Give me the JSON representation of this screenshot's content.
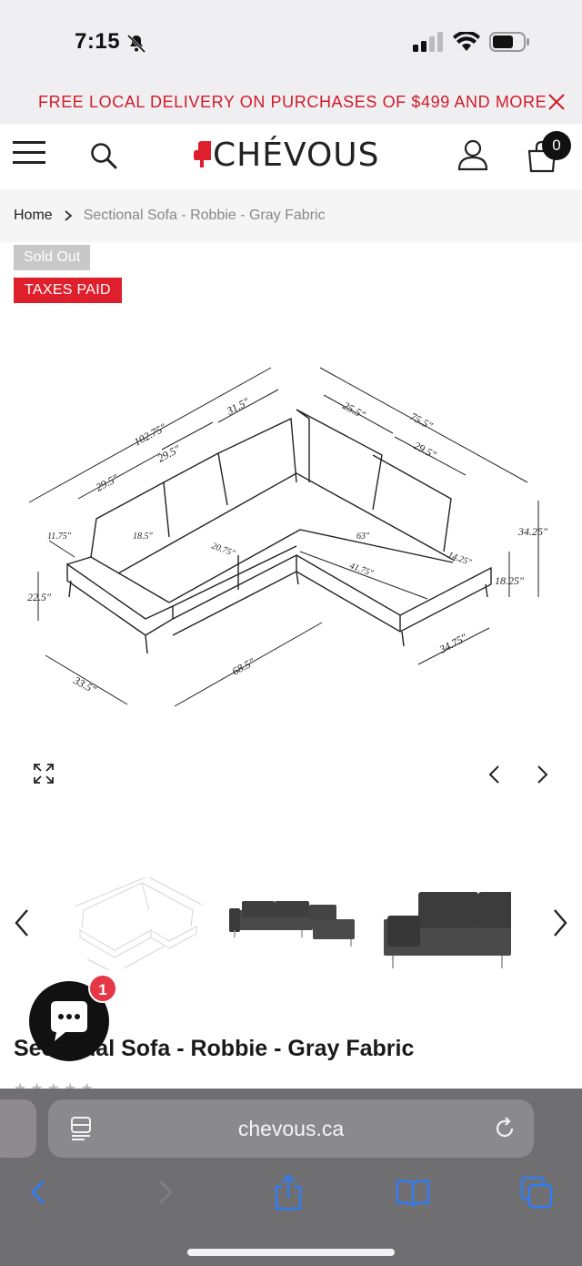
{
  "status_bar": {
    "time": "7:15"
  },
  "promo": {
    "text": "FREE LOCAL DELIVERY ON PURCHASES OF $499 AND MORE"
  },
  "header": {
    "logo_text": "CHÉVOUS",
    "cart_count": "0"
  },
  "breadcrumb": {
    "home": "Home",
    "current": "Sectional Sofa - Robbie - Gray Fabric"
  },
  "badges": {
    "sold_out": "Sold Out",
    "taxes_paid": "TAXES PAID"
  },
  "diagram": {
    "labels": {
      "d1": "102.75\"",
      "d2": "31.5\"",
      "d3": "29.5\"",
      "d4": "29.5\"",
      "d5": "25.5\"",
      "d6": "75.5\"",
      "d7": "29.5\"",
      "d8": "11.75\"",
      "d9": "18.5\"",
      "d10": "20.75\"",
      "d11": "63\"",
      "d12": "41.75\"",
      "d13": "14.25\"",
      "d14": "34.25\"",
      "d15": "18.25\"",
      "d16": "22.5\"",
      "d17": "33.5\"",
      "d18": "68.5\"",
      "d19": "34.75\""
    }
  },
  "product": {
    "title": "Sectional Sofa - Robbie - Gray Fabric"
  },
  "chat": {
    "badge_count": "1"
  },
  "browser": {
    "url": "chevous.ca"
  },
  "colors": {
    "accent_red": "#d11a2a",
    "tax_badge": "#e01f2d",
    "ios_blue": "#2f7cf6"
  }
}
